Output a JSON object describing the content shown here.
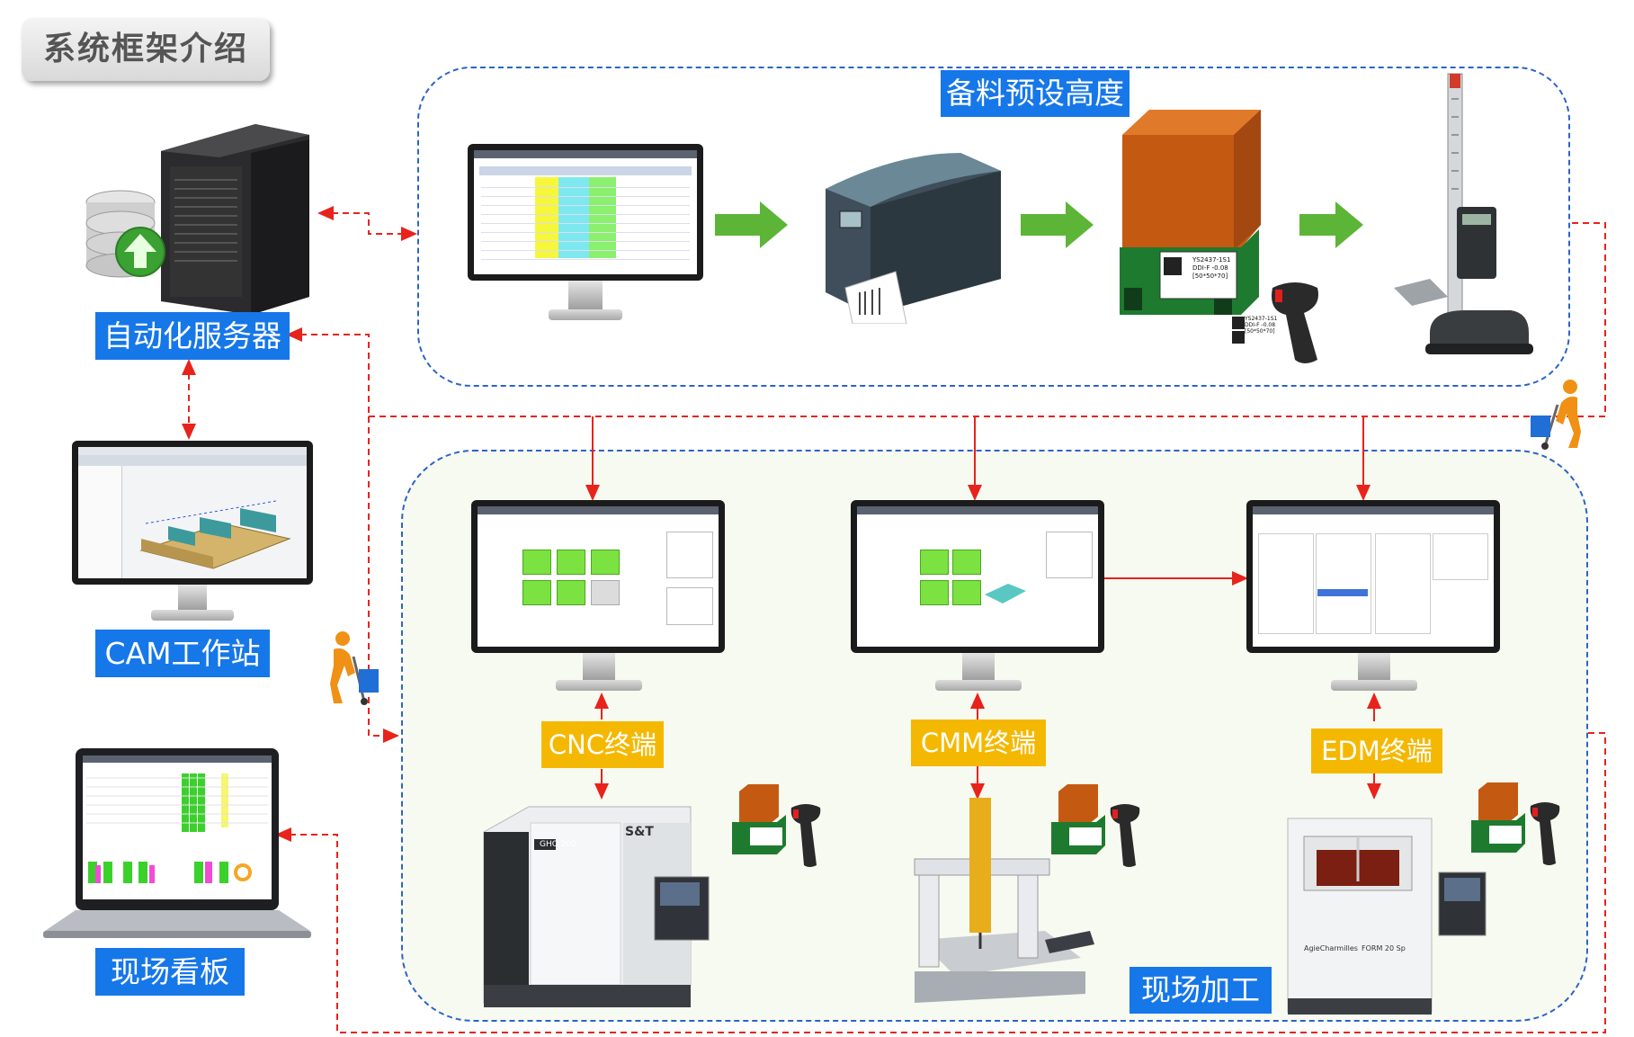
{
  "title": "系统框架介绍",
  "nodes": {
    "server": "自动化服务器",
    "cam": "CAM工作站",
    "kanban": "现场看板",
    "prep": "备料预设高度",
    "onsite": "现场加工",
    "cnc": "CNC终端",
    "cmm": "CMM终端",
    "edm": "EDM终端"
  },
  "device_text": {
    "label_code": "YS2437-1S1\nDDI-F -0.08\n[50*50*70]",
    "cnc_model": "GHO 200",
    "cnc_brand": "S&T",
    "edm_brand": "AgieCharmilles",
    "edm_model": "FORM 20 Sp"
  },
  "colors": {
    "accent_blue": "#1677e8",
    "terminal_gold": "#f5b800",
    "link_red": "#e8231b",
    "region_border": "#2d63c8",
    "flow_green": "#5cb537"
  }
}
